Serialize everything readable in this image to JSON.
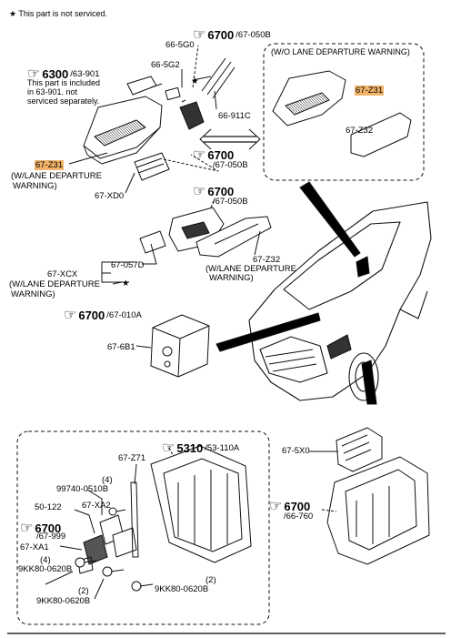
{
  "legend": {
    "star": "★",
    "text": "This part is not serviced."
  },
  "refs": {
    "r1": {
      "num": "6700",
      "sub": "/67-050B"
    },
    "r2": {
      "num": "6300",
      "sub": "/63-901"
    },
    "r3": {
      "num": "6700",
      "sub": "/67-050B"
    },
    "r4": {
      "num": "6700",
      "sub": "/67-050B"
    },
    "r5": {
      "num": "6700",
      "sub": "/67-010A"
    },
    "r6": {
      "num": "5310",
      "sub": "/53-110A"
    },
    "r7": {
      "num": "6700",
      "sub": "/66-760"
    },
    "r8": {
      "num": "6700",
      "sub": "/67-999"
    }
  },
  "labels": {
    "p_5g0": "66-5G0",
    "p_5g2": "66-5G2",
    "p_911c": "66-911C",
    "note_63901_l1": "This part is included",
    "note_63901_l2": "in  63-901. not",
    "note_63901_l3": "serviced separately.",
    "z31_a": "67-Z31",
    "wlane1_l1": "(W/LANE DEPARTURE",
    "wlane1_l2": "WARNING)",
    "xd0": "67-XD0",
    "wo_box": "(W/O LANE DEPARTURE WARNING)",
    "z31_b": "67-Z31",
    "z32_a": "67-Z32",
    "p_057d": "67-057D",
    "xcx": "67-XCX",
    "wlane2_l1": "(W/LANE DEPARTURE",
    "wlane2_l2": "WARNING)",
    "z32_b": "67-Z32",
    "wlane3_l1": "(W/LANE DEPARTURE",
    "wlane3_l2": "WARNING)",
    "p_6b1": "67-6B1",
    "z71": "67-Z71",
    "p_99740": "99740-0510B",
    "qty4a": "(4)",
    "p_50122": "50-122",
    "xa2": "67-XA2",
    "xa1": "67-XA1",
    "qty4b": "(4)",
    "bolt1": "9KK80-0620B",
    "qty2a": "(2)",
    "bolt2": "9KK80-0620B",
    "qty2b": "(2)",
    "bolt3": "9KK80-0620B",
    "p_5x0": "67-5X0"
  }
}
